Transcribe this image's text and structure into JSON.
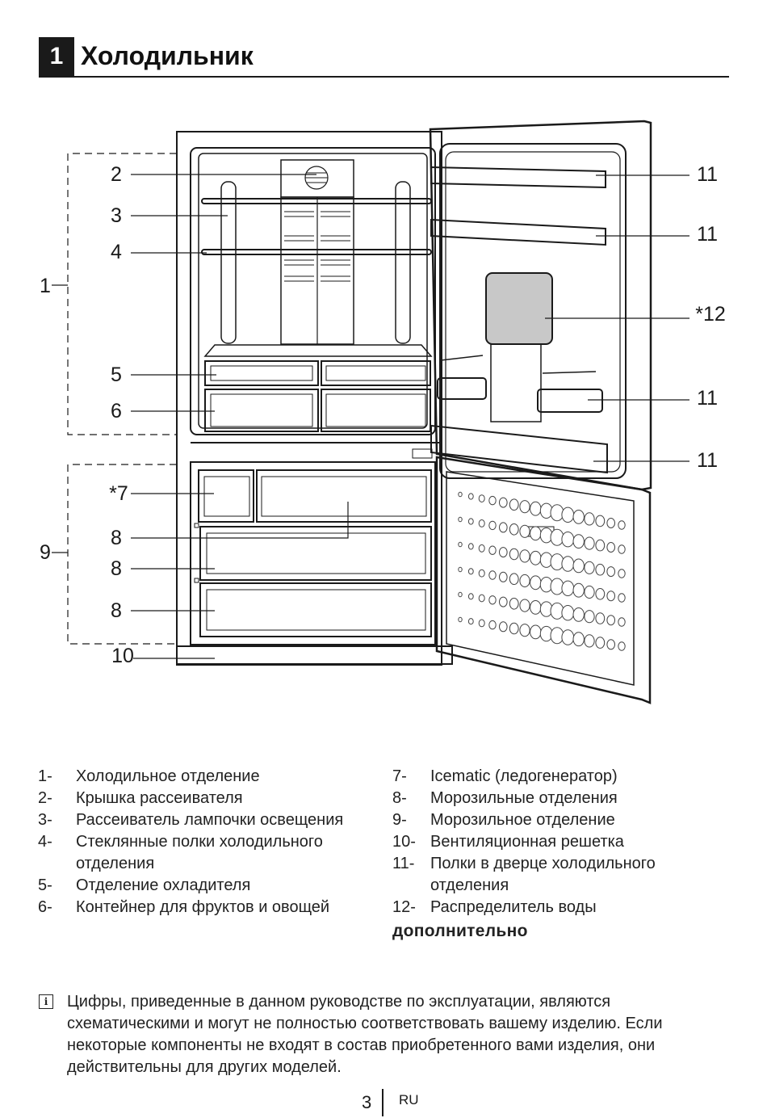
{
  "section": {
    "number": "1",
    "title": "Холодильник"
  },
  "figure": {
    "callouts": {
      "c1": "1",
      "c2": "2",
      "c3": "3",
      "c4": "4",
      "c5": "5",
      "c6": "6",
      "c7": "*7",
      "c8a": "8",
      "c8b": "8",
      "c8c": "8",
      "c9": "9",
      "c10": "10",
      "c11a": "11",
      "c11b": "11",
      "c11c": "11",
      "c11d": "11",
      "c12": "*12"
    }
  },
  "legend": {
    "left": [
      {
        "num": "1-",
        "text": "Холодильное отделение"
      },
      {
        "num": "2-",
        "text": "Крышка рассеивателя"
      },
      {
        "num": "3-",
        "text": "Рассеиватель лампочки освещения"
      },
      {
        "num": "4-",
        "text": "Стеклянные полки холодильного отделения"
      },
      {
        "num": "5-",
        "text": "Отделение охладителя"
      },
      {
        "num": "6-",
        "text": "Контейнер для фруктов и овощей"
      }
    ],
    "right": [
      {
        "num": "7-",
        "text": "Icematic (ледогенератор)"
      },
      {
        "num": "8-",
        "text": "Морозильные отделения"
      },
      {
        "num": "9-",
        "text": "Морозильное отделение"
      },
      {
        "num": "10-",
        "text": "Вентиляционная решетка"
      },
      {
        "num": "11-",
        "text": "Полки в дверце холодильного отделения"
      },
      {
        "num": "12-",
        "text": "Распределитель воды"
      }
    ],
    "extra": "дополнительно"
  },
  "note": {
    "icon": "info-icon",
    "text": "Цифры, приведенные в данном руководстве по эксплуатации, являются схематическими и могут не полностью соответствовать вашему изделию. Если некоторые компоненты не входят в состав приобретенного вами изделия, они действительны для других моделей."
  },
  "footer": {
    "page": "3",
    "lang": "RU"
  }
}
